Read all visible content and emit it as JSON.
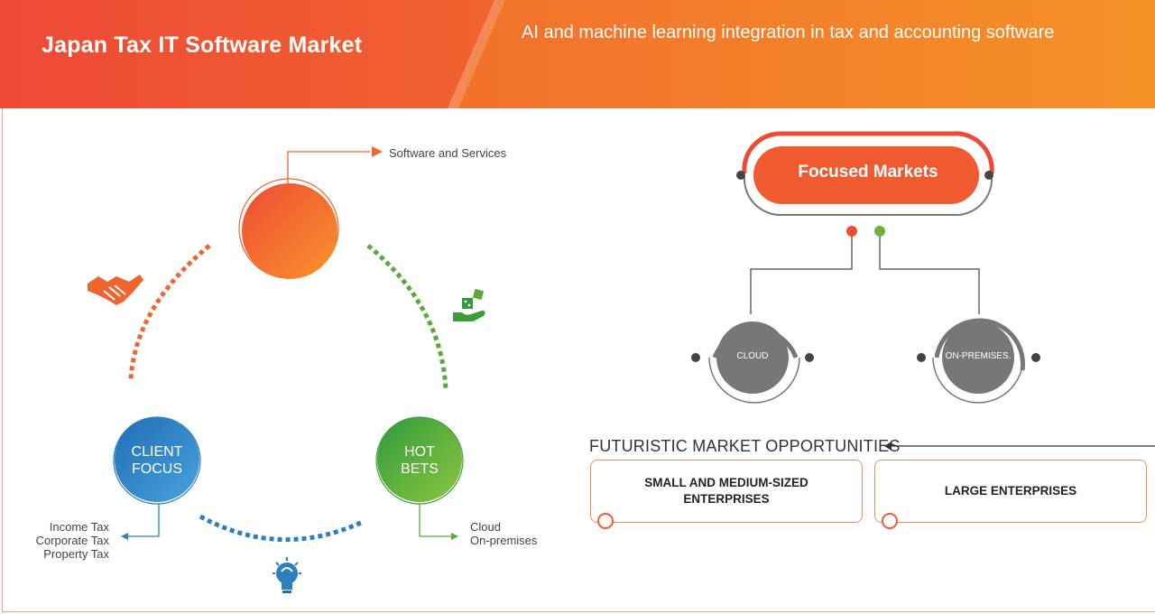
{
  "header": {
    "title": "Japan Tax IT Software Market",
    "subtitle": "AI and machine learning integration in tax and accounting software"
  },
  "left": {
    "top_label": "Software and Services",
    "client_focus": "CLIENT\nFOCUS",
    "hot_bets": "HOT\nBETS",
    "client_items": [
      "Income Tax",
      "Corporate Tax",
      "Property Tax"
    ],
    "hot_items": [
      "Cloud",
      "On-premises"
    ]
  },
  "right": {
    "focused_markets": "Focused Markets",
    "cloud": "CLOUD",
    "on_premises": "ON-PREMISES.",
    "futuristic_title": "FUTURISTIC MARKET OPPORTUNITIES",
    "opportunities": [
      "SMALL AND MEDIUM-SIZED ENTERPRISES",
      "LARGE ENTERPRISES"
    ]
  },
  "icons": [
    "handshake-icon",
    "dice-hand-icon",
    "lightbulb-icon"
  ],
  "colors": {
    "orange": "#f0642f",
    "red": "#ee4a36",
    "blue": "#2e7fc0",
    "green": "#5aaa3a",
    "gray": "#7a7a7a"
  }
}
